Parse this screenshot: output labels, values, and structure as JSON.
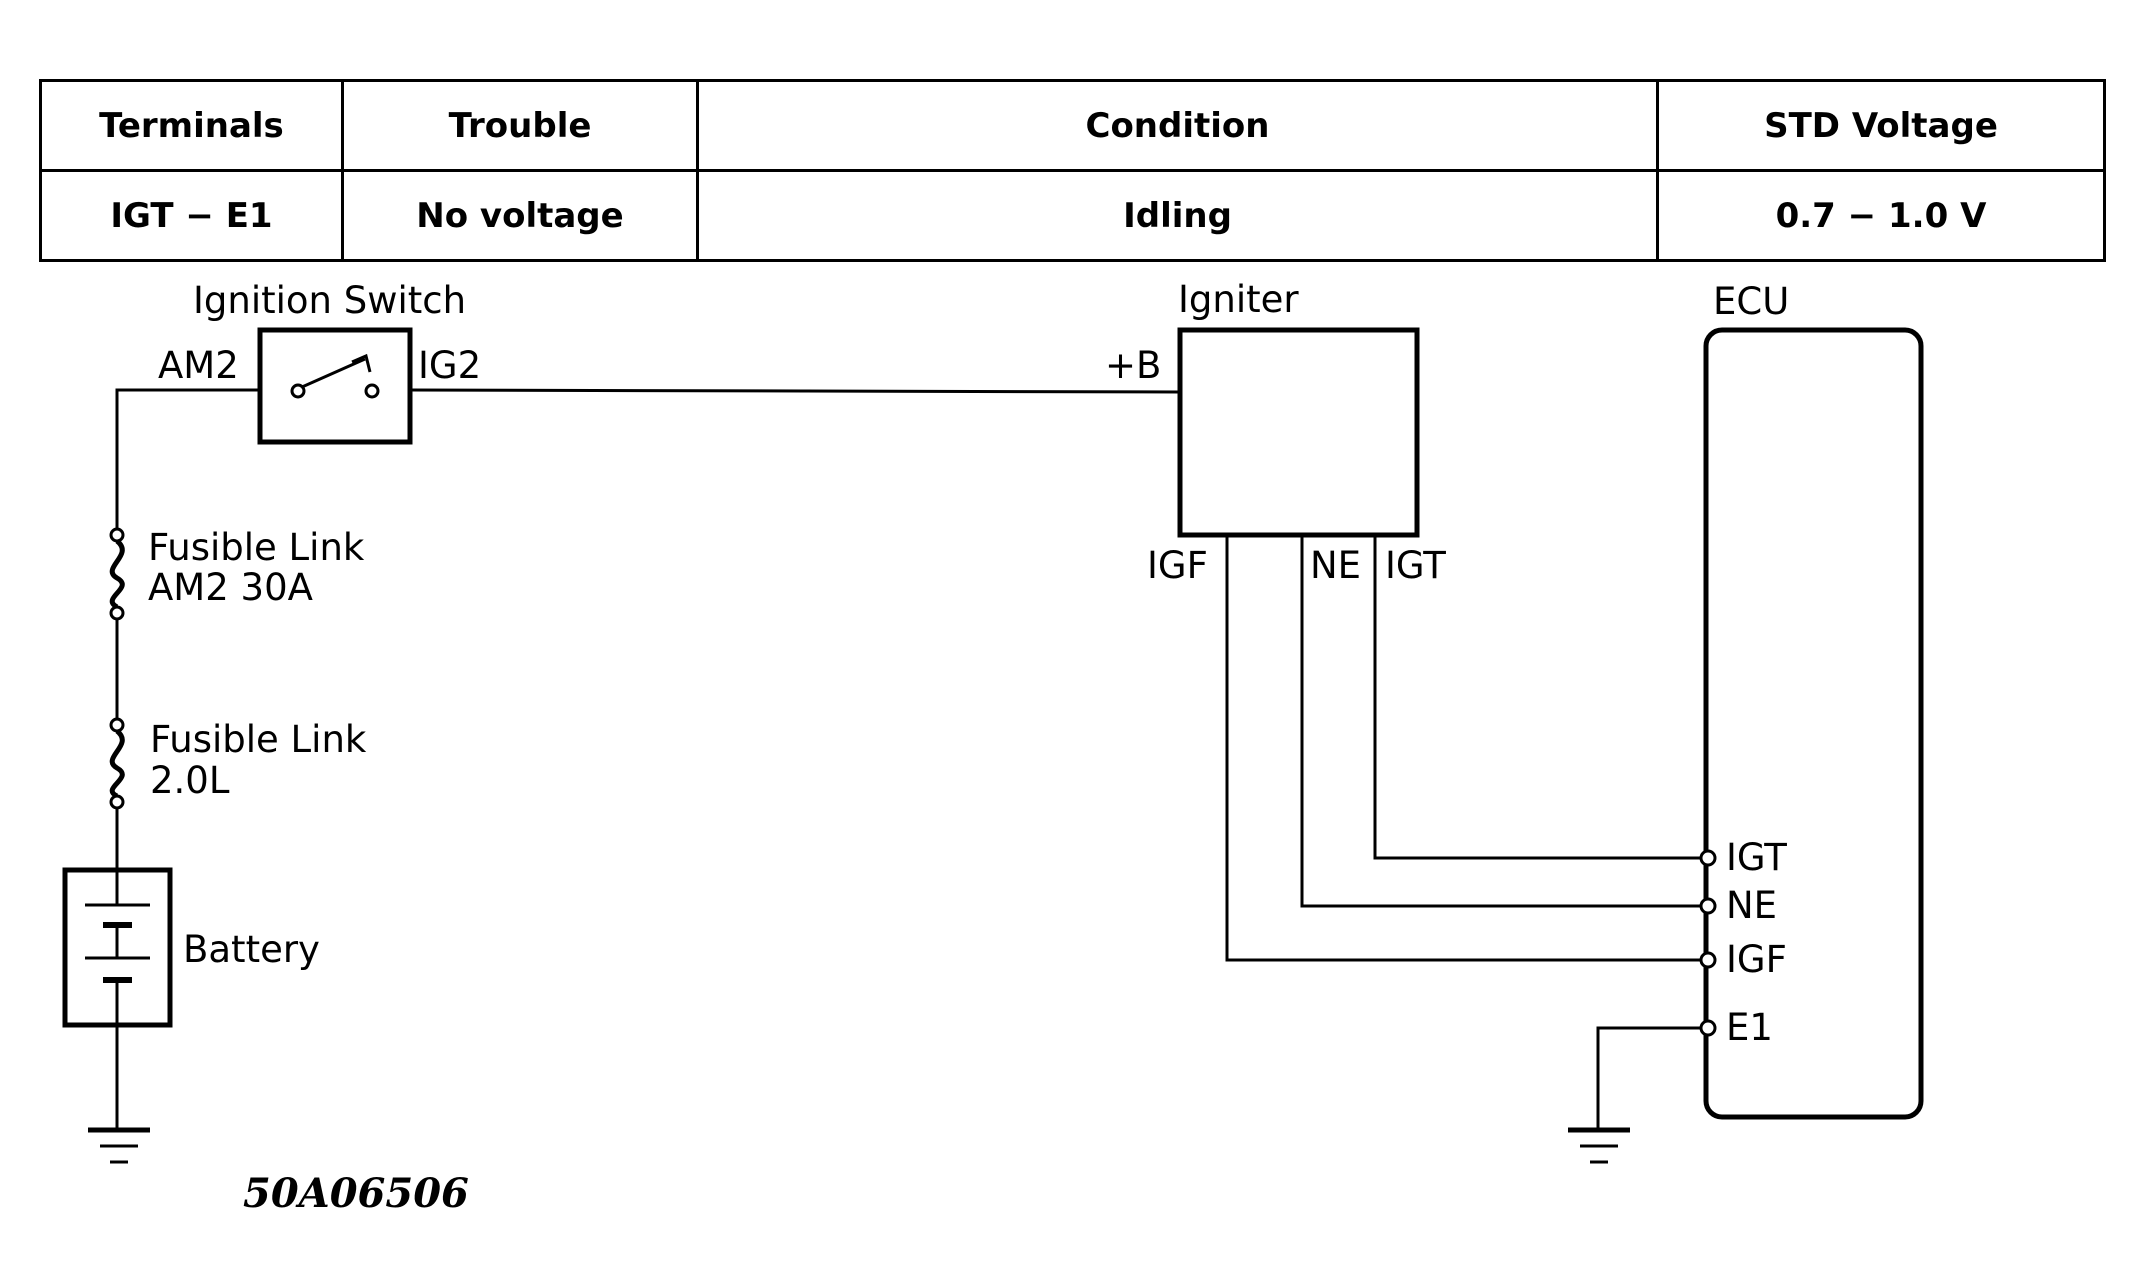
{
  "table": {
    "headers": [
      "Terminals",
      "Trouble",
      "Condition",
      "STD Voltage"
    ],
    "row": [
      "IGT − E1",
      "No voltage",
      "Idling",
      "0.7 − 1.0 V"
    ]
  },
  "diagram": {
    "ignition_switch": {
      "title": "Ignition Switch",
      "in_terminal": "AM2",
      "out_terminal": "IG2"
    },
    "fusible_link_1": {
      "line1": "Fusible Link",
      "line2": "AM2 30A"
    },
    "fusible_link_2": {
      "line1": "Fusible Link",
      "line2": "2.0L"
    },
    "battery": {
      "label": "Battery"
    },
    "igniter": {
      "title": "Igniter",
      "power_terminal": "+B",
      "terminals": [
        "IGF",
        "NE",
        "IGT"
      ]
    },
    "ecu": {
      "title": "ECU",
      "terminals": [
        "IGT",
        "NE",
        "IGF",
        "E1"
      ]
    },
    "figure_ref": "50A06506"
  }
}
